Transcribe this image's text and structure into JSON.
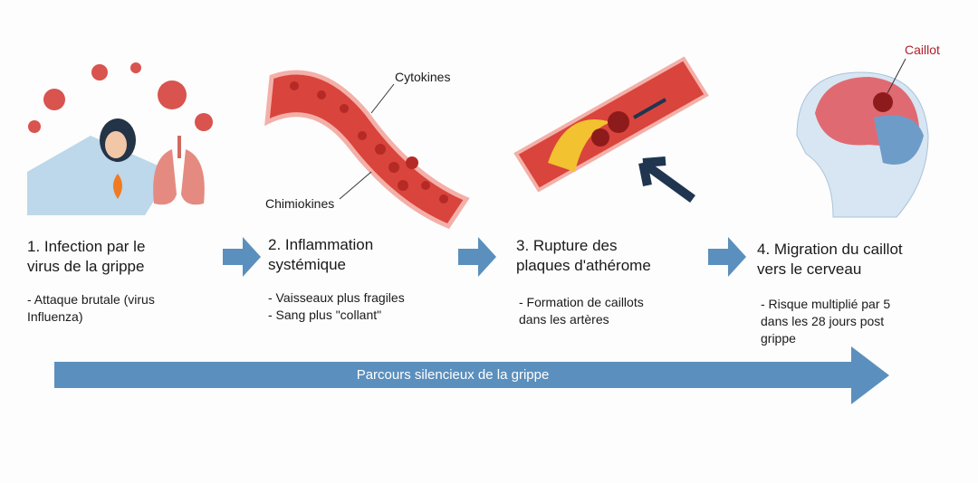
{
  "steps": [
    {
      "title_l1": "1. Infection par le",
      "title_l2": "virus de la grippe",
      "desc_l1": "- Attaque brutale (virus",
      "desc_l2": "Influenza)"
    },
    {
      "title_l1": "2. Inflammation",
      "title_l2": "systémique",
      "desc_l1": "- Vaisseaux plus fragiles",
      "desc_l2": "- Sang plus \"collant\""
    },
    {
      "title_l1": "3. Rupture des",
      "title_l2": "plaques d'athérome",
      "desc_l1": "- Formation de caillots",
      "desc_l2": "dans les artères"
    },
    {
      "title_l1": "4. Migration du caillot",
      "title_l2": "vers le cerveau",
      "desc_l1": "- Risque multiplié par 5",
      "desc_l2": "dans les 28 jours post",
      "desc_l3": "grippe"
    }
  ],
  "labels": {
    "cytokines": "Cytokines",
    "chimiokines": "Chimiokines",
    "caillot": "Caillot"
  },
  "timeline": {
    "label": "Parcours silencieux de la grippe"
  },
  "colors": {
    "arrow": "#5b8fbd",
    "vessel": "#d9443c",
    "clot": "#8e1b1b",
    "caillot_label": "#b0202a"
  }
}
